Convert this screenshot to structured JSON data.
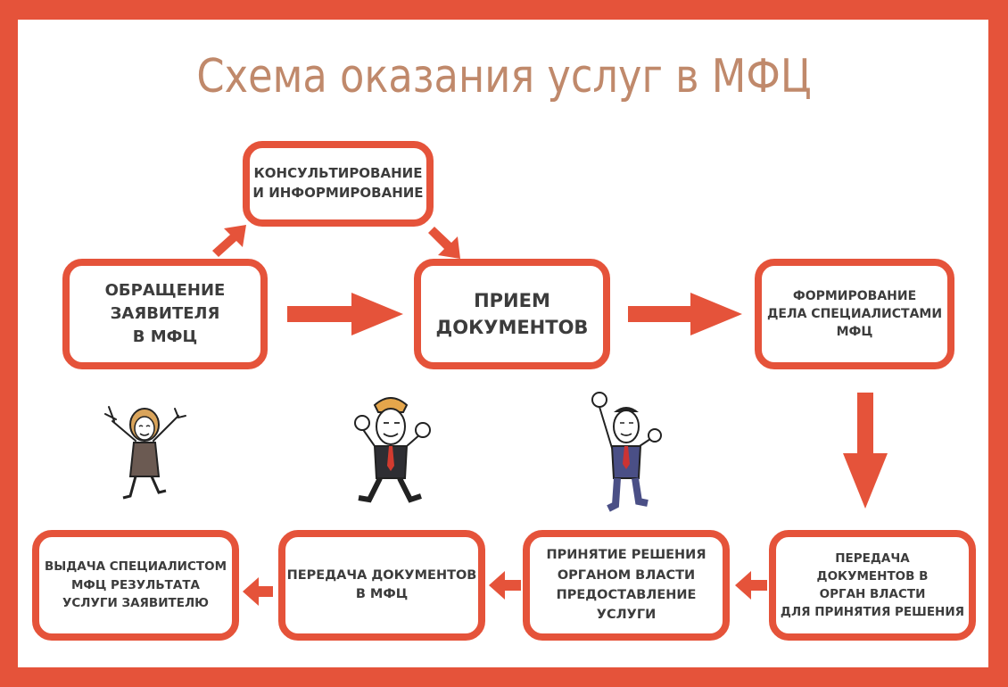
{
  "title": "Схема оказания услуг в МФЦ",
  "colors": {
    "accent": "#e5533a",
    "title": "#c0896b",
    "text": "#3c3c3c"
  },
  "boxes": {
    "consult": "Консультирование\nи информирование",
    "appeal": "Обращение\nзаявителя\nв МФЦ",
    "reception": "Прием\nдокументов",
    "formation": "Формирование\nдела специалистами\nМФЦ",
    "transfer_authority": "Передача\nдокументов в\nорган власти\nдля принятия решения",
    "decision": "Принятие решения\nорганом власти\nпредоставление\nуслуги",
    "transfer_mfc": "Передача документов\nв МФЦ",
    "issue": "Выдача специалистом\nМФЦ результата\nуслуги заявителю"
  },
  "figures": [
    "woman-figure",
    "man-figure",
    "businessman-figure"
  ]
}
